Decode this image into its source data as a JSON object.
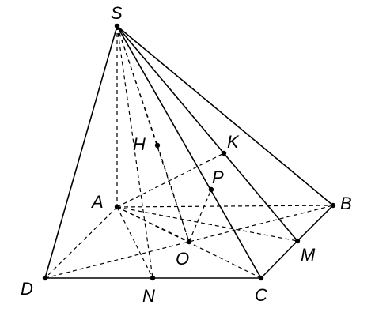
{
  "figure": {
    "stroke_color": "#000000",
    "background": "#ffffff",
    "points": [
      {
        "id": "S",
        "label": "S"
      },
      {
        "id": "A",
        "label": "A"
      },
      {
        "id": "B",
        "label": "B"
      },
      {
        "id": "C",
        "label": "C"
      },
      {
        "id": "D",
        "label": "D"
      },
      {
        "id": "O",
        "label": "O"
      },
      {
        "id": "H",
        "label": "H"
      },
      {
        "id": "K",
        "label": "K"
      },
      {
        "id": "P",
        "label": "P"
      },
      {
        "id": "M",
        "label": "M"
      },
      {
        "id": "N",
        "label": "N"
      }
    ],
    "solid_segments": [
      [
        "S",
        "D"
      ],
      [
        "S",
        "C"
      ],
      [
        "S",
        "M"
      ],
      [
        "S",
        "B"
      ],
      [
        "D",
        "N"
      ],
      [
        "N",
        "C"
      ],
      [
        "C",
        "M"
      ],
      [
        "M",
        "B"
      ]
    ],
    "dashed_segments": [
      [
        "S",
        "A"
      ],
      [
        "S",
        "N"
      ],
      [
        "S",
        "O"
      ],
      [
        "S",
        "H"
      ],
      [
        "A",
        "D"
      ],
      [
        "A",
        "B"
      ],
      [
        "A",
        "N"
      ],
      [
        "A",
        "M"
      ],
      [
        "A",
        "K"
      ],
      [
        "A",
        "O"
      ],
      [
        "A",
        "C"
      ],
      [
        "D",
        "B"
      ],
      [
        "H",
        "O"
      ],
      [
        "O",
        "P"
      ]
    ]
  }
}
